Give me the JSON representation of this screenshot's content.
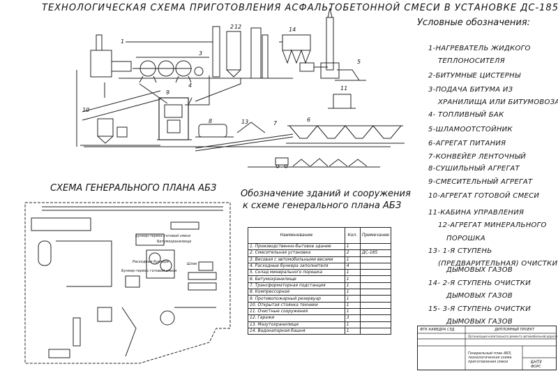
{
  "title": "ТЕХНОЛОГИЧЕСКАЯ СХЕМА ПРИГОТОВЛЕНИЯ АСФАЛЬТОБЕТОННОЙ СМЕСИ В УСТАНОВКЕ ДС-185",
  "legend": {
    "title": "Условные обозначения:",
    "items": [
      "1-НАГРЕВАТЕЛЬ ЖИДКОГО",
      "ТЕПЛОНОСИТЕЛЯ",
      "2-БИТУМНЫЕ ЦИСТЕРНЫ",
      "3-ПОДАЧА БИТУМА ИЗ",
      "ХРАНИЛИЩА ИЛИ БИТУМОВОЗА",
      "4- ТОПЛИВНЫЙ БАК",
      "5-ШЛАМООТСТОЙНИК",
      "6-АГРЕГАТ ПИТАНИЯ",
      "7-КОНВЕЙЕР ЛЕНТОЧНЫЙ",
      "8-СУШИЛЬНЫЙ АГРЕГАТ",
      "9-СМЕСИТЕЛЬНЫЙ АГРЕГАТ",
      "10-АГРЕГАТ ГОТОВОЙ СМЕСИ",
      "11-КАБИНА УПРАВЛЕНИЯ",
      "12-АГРЕГАТ МИНЕРАЛЬНОГО",
      "ПОРОШКА",
      "13- 1-Я СТУПЕНЬ",
      "(ПРЕДВАРИТЕЛЬНАЯ) ОЧИСТКИ",
      "ДЫМОВЫХ ГАЗОВ",
      "14- 2-Я СТУПЕНЬ ОЧИСТКИ",
      "ДЫМОВЫХ ГАЗОВ",
      "15- 3-Я СТУПЕНЬ ОЧИСТКИ",
      "ДЫМОВЫХ ГАЗОВ"
    ]
  },
  "numbers": [
    "1",
    "2",
    "3",
    "4",
    "5",
    "6",
    "7",
    "8",
    "9",
    "10",
    "11",
    "12",
    "13",
    "14"
  ],
  "plan": {
    "title": "СХЕМА ГЕНЕРАЛЬНОГО ПЛАНА АБЗ",
    "labels": [
      "Бункер-термос готовой смеси",
      "Битумохранилище",
      "Расходные бункера",
      "Бункер-термос готовой смеси",
      "Шлак"
    ]
  },
  "buildings": {
    "title_line1": "Обозначение зданий и сооружения",
    "title_line2": "к схеме генерального плана АБЗ",
    "header": {
      "name": "Наименование",
      "qty": "Кол.",
      "note": "Примечание"
    },
    "rows": [
      {
        "name": "1. Производственно-бытовое здание",
        "qty": "1",
        "note": ""
      },
      {
        "name": "2. Смесительная установка",
        "qty": "2",
        "note": "ДС-185"
      },
      {
        "name": "3. Весовая с автомобильными весами",
        "qty": "1",
        "note": ""
      },
      {
        "name": "4. Расходные бункера заполнителя",
        "qty": "4",
        "note": ""
      },
      {
        "name": "5. Склад минерального порошка",
        "qty": "1",
        "note": ""
      },
      {
        "name": "6. Битумохранилище",
        "qty": "1",
        "note": ""
      },
      {
        "name": "7. Трансформаторная подстанция",
        "qty": "1",
        "note": ""
      },
      {
        "name": "8. Компрессорная",
        "qty": "1",
        "note": ""
      },
      {
        "name": "9. Противопожарный резервуар",
        "qty": "1",
        "note": ""
      },
      {
        "name": "10. Открытая стоянка техники",
        "qty": "1",
        "note": ""
      },
      {
        "name": "11. Очистные сооружения",
        "qty": "1",
        "note": ""
      },
      {
        "name": "12. Гаражи",
        "qty": "3",
        "note": ""
      },
      {
        "name": "13. Мазутохранилище",
        "qty": "1",
        "note": ""
      },
      {
        "name": "14. Водонапорная башня",
        "qty": "1",
        "note": ""
      }
    ]
  },
  "stamp": {
    "dept": "ФТК КАФЕДРА СЗД",
    "project": "ДИПЛОМНЫЙ ПРОЕКТ",
    "topic": "Организация капитального ремонта автомобильной дороги",
    "sheet_title": "Генеральный план АБЗ, технологическая схема приготовления смеси",
    "org": "БНТУ",
    "group": "ФОРС"
  }
}
